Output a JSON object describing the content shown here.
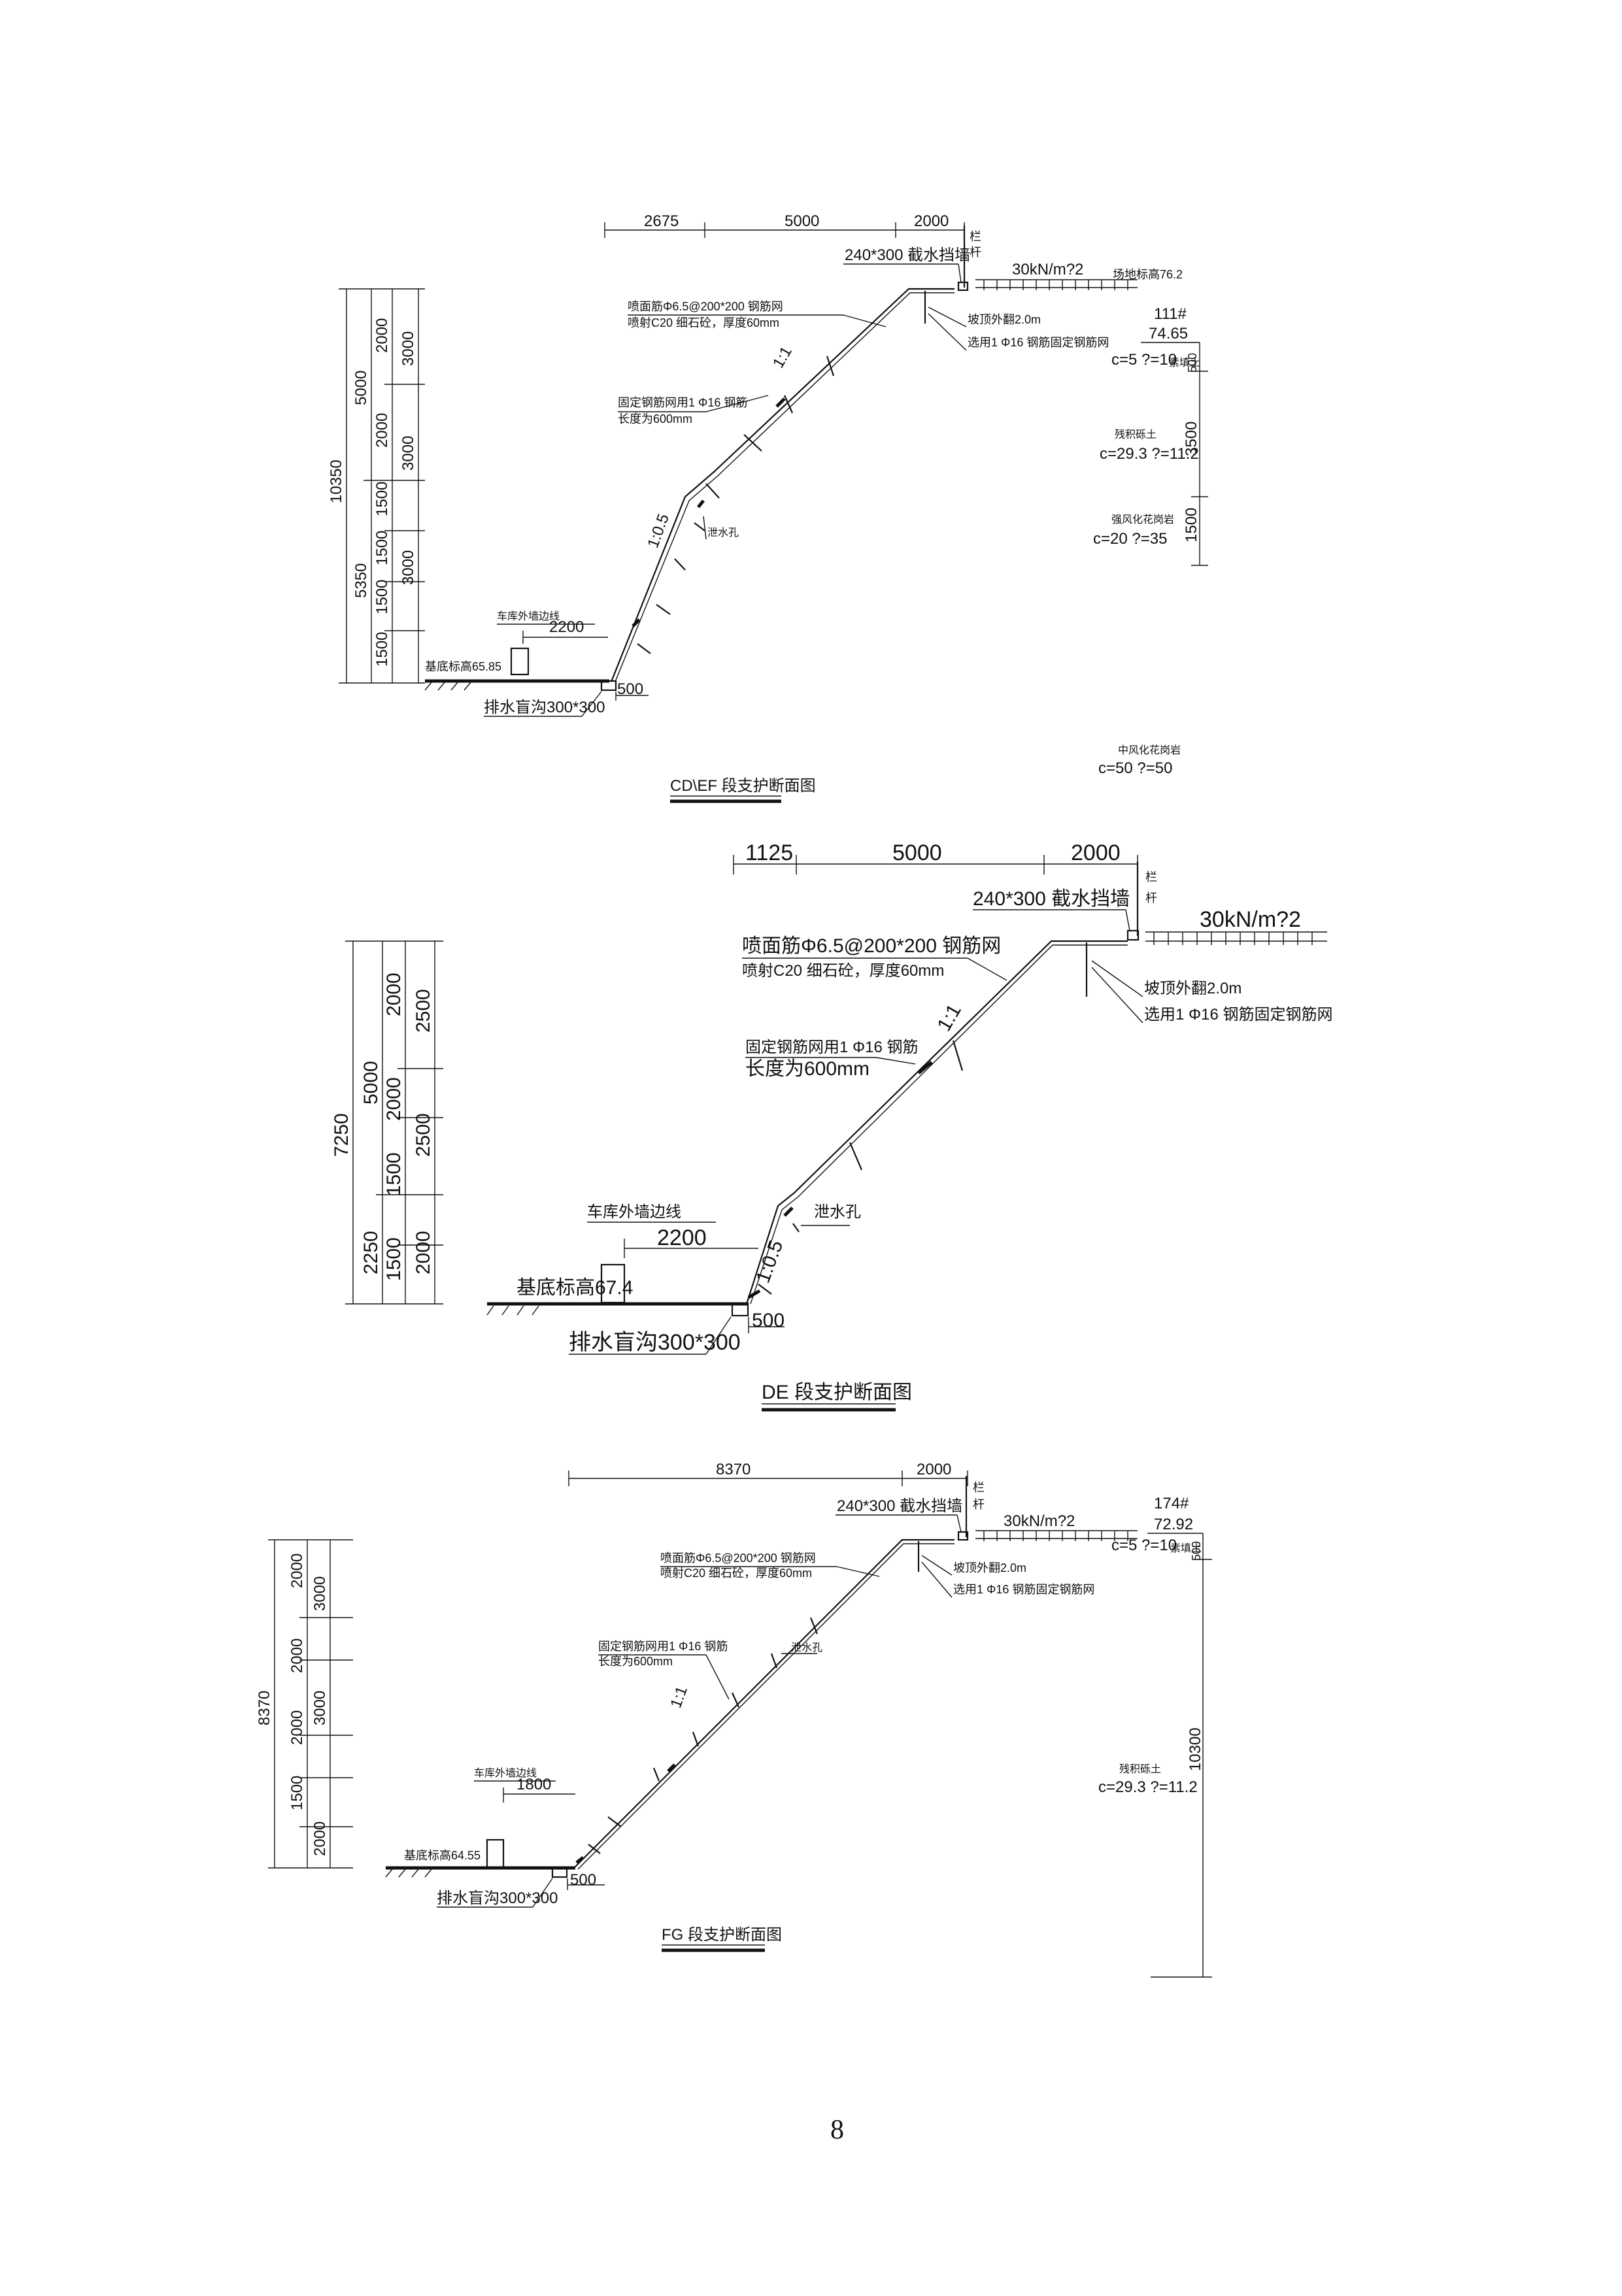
{
  "page_number": "8",
  "s1": {
    "title": "CD\\EF 段支护断面图",
    "top_dims": [
      "2675",
      "5000",
      "2000"
    ],
    "railing_top": "栏",
    "railing_bottom": "杆",
    "wall_label": "240*300 截水挡墙",
    "load": "30kN/m?2",
    "ground_elev_label": "场地标高76.2",
    "borehole": "111#",
    "borehole_elev": "74.65",
    "c_phi_1": "c=5 ?=10",
    "soil_1": "素填土",
    "soil_2": "残积砾土",
    "c_phi_2": "c=29.3 ?=11.2",
    "soil_3": "强风化花岗岩",
    "c_phi_3": "c=20 ?=35",
    "soil_4": "中风化花岗岩",
    "c_phi_4": "c=50 ?=50",
    "mesh_line1": "喷面筋Φ6.5@200*200 钢筋网",
    "mesh_line2": "喷射C20 细石砼，厚度60mm",
    "crest_line1": "坡顶外翻2.0m",
    "crest_line2": "选用1 Φ16 钢筋固定钢筋网",
    "fix_line1": "固定钢筋网用1 Φ16 钢筋",
    "fix_line2": "长度为600mm",
    "slope_upper": "1:1",
    "slope_lower": "1:0.5",
    "drain_hole": "泄水孔",
    "car_line": "车库外墙边线",
    "dim_2200": "2200",
    "base_elev": "基底标高65.85",
    "ditch": "排水盲沟300*300",
    "dim_500": "500",
    "left_dims": {
      "total": "10350",
      "upper": "5000",
      "lower": "5350",
      "benches": [
        "2000",
        "2000",
        "1500",
        "1500",
        "1500",
        "1500"
      ],
      "inner": [
        "3000",
        "3000",
        "3000"
      ]
    },
    "right_dims": [
      "500",
      "3500",
      "1500"
    ]
  },
  "s2": {
    "title": "DE 段支护断面图",
    "top_dims": [
      "1125",
      "5000",
      "2000"
    ],
    "railing_top": "栏",
    "railing_bottom": "杆",
    "wall_label": "240*300 截水挡墙",
    "load": "30kN/m?2",
    "mesh_line1": "喷面筋Φ6.5@200*200 钢筋网",
    "mesh_line2": "喷射C20 细石砼，厚度60mm",
    "crest_line1": "坡顶外翻2.0m",
    "crest_line2": "选用1 Φ16 钢筋固定钢筋网",
    "fix_line1": "固定钢筋网用1 Φ16 钢筋",
    "fix_line2": "长度为600mm",
    "slope_upper": "1:1",
    "slope_lower": "1:0.5",
    "drain_hole": "泄水孔",
    "car_line": "车库外墙边线",
    "dim_2200": "2200",
    "base_elev": "基底标高67.4",
    "ditch": "排水盲沟300*300",
    "dim_500": "500",
    "left_dims": {
      "total": "7250",
      "upper": "5000",
      "lower": "2250",
      "benches": [
        "2000",
        "2000",
        "1500",
        "1500"
      ],
      "inner": [
        "2500",
        "2500",
        "2000"
      ]
    }
  },
  "s3": {
    "title": "FG 段支护断面图",
    "top_dims": [
      "8370",
      "2000"
    ],
    "railing_top": "栏",
    "railing_bottom": "杆",
    "wall_label": "240*300 截水挡墙",
    "load": "30kN/m?2",
    "borehole": "174#",
    "borehole_elev": "72.92",
    "c_phi_1": "c=5 ?=10",
    "soil_1": "素填土",
    "soil_2": "残积砾土",
    "c_phi_2": "c=29.3 ?=11.2",
    "mesh_line1": "喷面筋Φ6.5@200*200 钢筋网",
    "mesh_line2": "喷射C20 细石砼，厚度60mm",
    "crest_line1": "坡顶外翻2.0m",
    "crest_line2": "选用1 Φ16 钢筋固定钢筋网",
    "fix_line1": "固定钢筋网用1 Φ16 钢筋",
    "fix_line2": "长度为600mm",
    "slope": "1:1",
    "drain_hole": "泄水孔",
    "car_line": "车库外墙边线",
    "dim_1800": "1800",
    "base_elev": "基底标高64.55",
    "ditch": "排水盲沟300*300",
    "dim_500": "500",
    "left_dims": {
      "total": "8370",
      "benches": [
        "2000",
        "2000",
        "2000",
        "1500"
      ],
      "inner": [
        "3000",
        "3000",
        "2000"
      ]
    },
    "right_dims": [
      "500",
      "10300"
    ]
  }
}
